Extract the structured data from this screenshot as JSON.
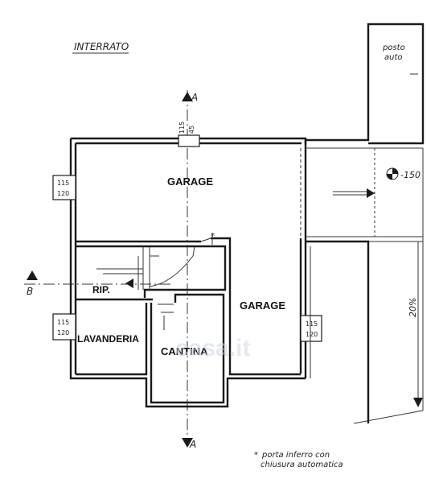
{
  "title": "INTERRATO",
  "section_markers": {
    "top": "A",
    "bottom": "A",
    "left": "B"
  },
  "parking": {
    "label_line1": "posto",
    "label_line2": "auto"
  },
  "level_marker": "-150",
  "slope": "20%",
  "rooms": {
    "garage_top": "GARAGE",
    "garage_right": "GARAGE",
    "rip": "RIP.",
    "lavanderia": "LAVANDERIA",
    "cantina": "CANTINA"
  },
  "window_dims": {
    "top_a": "115",
    "top_b": "45",
    "left_top_a": "115",
    "left_top_b": "120",
    "left_bottom_a": "115",
    "left_bottom_b": "120",
    "right_a": "115",
    "right_b": "120"
  },
  "door_mark": "*",
  "note_line1": "porta inferro con",
  "note_line2": "chiusura automatica",
  "note_star": "*",
  "watermark": "casa.it",
  "colors": {
    "ink": "#1a1a1a",
    "paper": "#ffffff"
  }
}
